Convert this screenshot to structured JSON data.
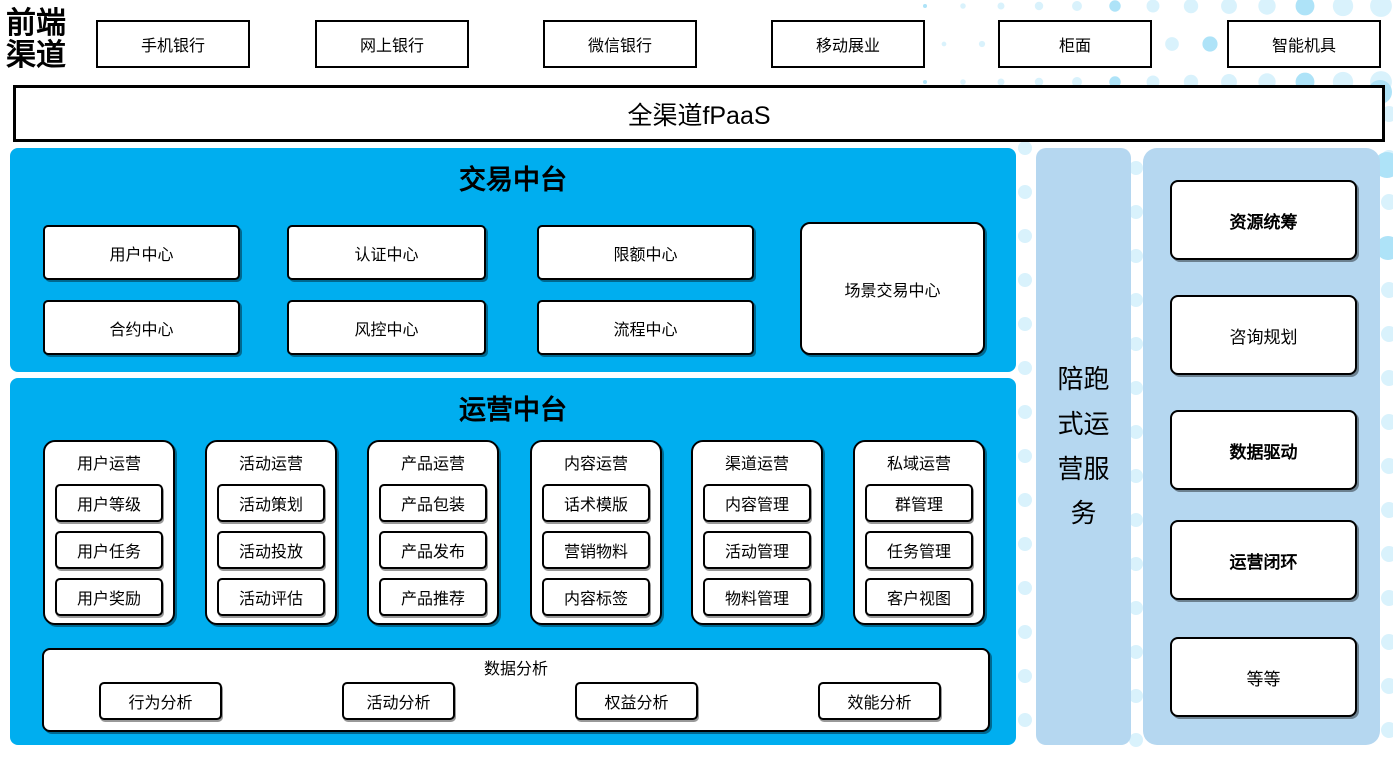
{
  "frontend": {
    "label": "前端渠道",
    "channels": [
      "手机银行",
      "网上银行",
      "微信银行",
      "移动展业",
      "柜面",
      "智能机具"
    ]
  },
  "fpaas": {
    "label": "全渠道fPaaS"
  },
  "transaction": {
    "title": "交易中台",
    "row1": [
      "用户中心",
      "认证中心",
      "限额中心"
    ],
    "row2": [
      "合约中心",
      "风控中心",
      "流程中心"
    ],
    "tall_box": "场景交易中心"
  },
  "operations": {
    "title": "运营中台",
    "columns": [
      {
        "header": "用户运营",
        "items": [
          "用户等级",
          "用户任务",
          "用户奖励"
        ]
      },
      {
        "header": "活动运营",
        "items": [
          "活动策划",
          "活动投放",
          "活动评估"
        ]
      },
      {
        "header": "产品运营",
        "items": [
          "产品包装",
          "产品发布",
          "产品推荐"
        ]
      },
      {
        "header": "内容运营",
        "items": [
          "话术模版",
          "营销物料",
          "内容标签"
        ]
      },
      {
        "header": "渠道运营",
        "items": [
          "内容管理",
          "活动管理",
          "物料管理"
        ]
      },
      {
        "header": "私域运营",
        "items": [
          "群管理",
          "任务管理",
          "客户视图"
        ]
      }
    ],
    "analysis": {
      "title": "数据分析",
      "items": [
        "行为分析",
        "活动分析",
        "权益分析",
        "效能分析"
      ]
    }
  },
  "side_service": {
    "label": "陪跑式运营服务"
  },
  "right_panel": {
    "items": [
      {
        "label": "资源统筹",
        "bold": true
      },
      {
        "label": "咨询规划",
        "bold": false
      },
      {
        "label": "数据驱动",
        "bold": true
      },
      {
        "label": "运营闭环",
        "bold": true
      },
      {
        "label": "等等",
        "bold": false
      }
    ]
  },
  "colors": {
    "accent_blue": "#00AEEF",
    "panel_light_blue": "#B5D7F0",
    "dot_light": "#D9F2FC",
    "dot_medium": "#AEE3F8"
  }
}
